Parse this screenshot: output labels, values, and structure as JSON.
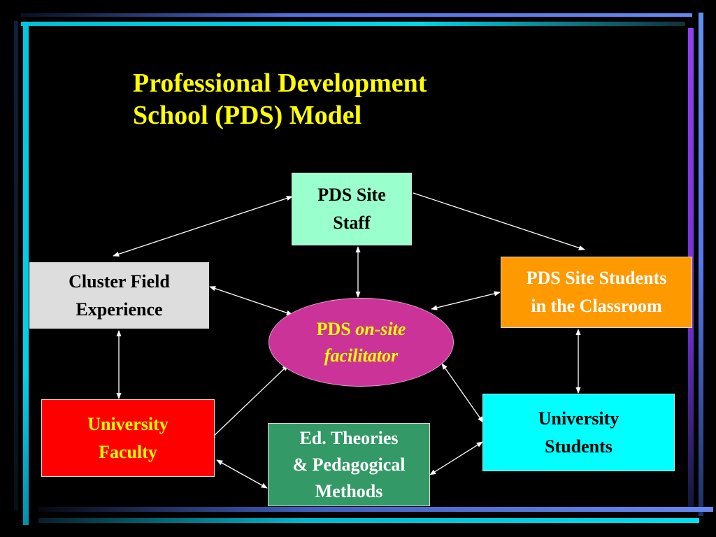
{
  "slide": {
    "title_line1": "Professional Development",
    "title_line2": "School (PDS) Model"
  },
  "colors": {
    "background": "#000000",
    "title": "#FFFF00",
    "site_staff": "#99FFCC",
    "cluster": "#DDDDDD",
    "site_students": "#FF9900",
    "facilitator": "#CC3399",
    "faculty": "#FF0000",
    "theories": "#339966",
    "univ_students": "#00FFFF",
    "frame_cyan": "#00CCDD",
    "frame_blue": "#5577EE",
    "frame_violet": "#8833EE"
  },
  "nodes": {
    "site_staff": {
      "line1": "PDS Site",
      "line2": "Staff"
    },
    "cluster": {
      "line1": "Cluster Field",
      "line2": "Experience"
    },
    "site_students": {
      "line1": "PDS Site Students",
      "line2": "in the Classroom"
    },
    "facilitator": {
      "prefix": "PDS",
      "italic1": "on-site",
      "italic2": "facilitator"
    },
    "faculty": {
      "line1": "University",
      "line2": "Faculty"
    },
    "theories": {
      "line1": "Ed. Theories",
      "line2": "& Pedagogical",
      "line3": "Methods"
    },
    "univ_students": {
      "line1": "University",
      "line2": "Students"
    }
  }
}
